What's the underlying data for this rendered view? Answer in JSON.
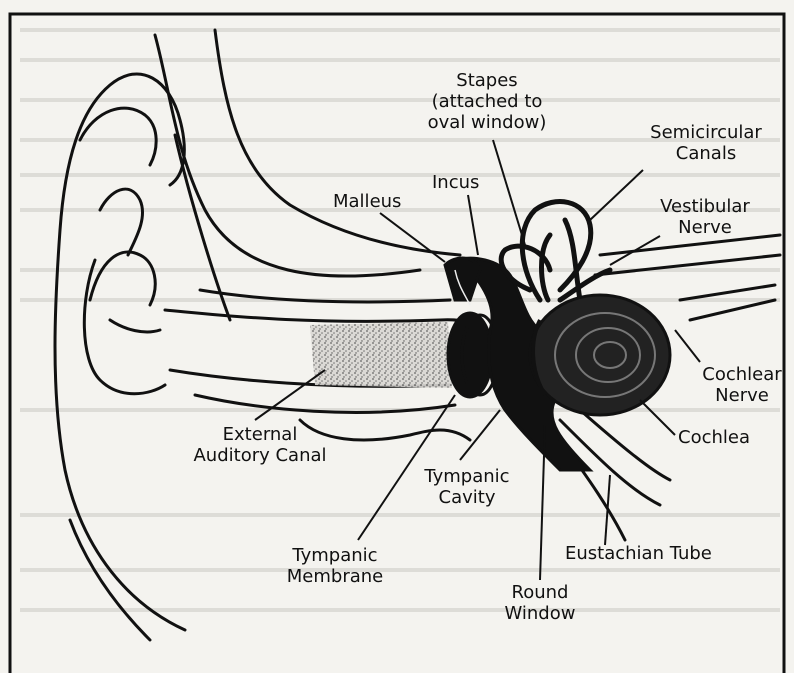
{
  "diagram": {
    "labels": {
      "stapes": [
        "Stapes",
        "(attached to",
        "oval window)"
      ],
      "semicircular_canals": [
        "Semicircular",
        "Canals"
      ],
      "incus": [
        "Incus"
      ],
      "malleus": [
        "Malleus"
      ],
      "vestibular_nerve": [
        "Vestibular",
        "Nerve"
      ],
      "cochlear_nerve": [
        "Cochlear",
        "Nerve"
      ],
      "cochlea": [
        "Cochlea"
      ],
      "external_auditory_canal": [
        "External",
        "Auditory Canal"
      ],
      "tympanic_cavity": [
        "Tympanic",
        "Cavity"
      ],
      "eustachian_tube": [
        "Eustachian Tube"
      ],
      "tympanic_membrane": [
        "Tympanic",
        "Membrane"
      ],
      "round_window": [
        "Round",
        "Window"
      ]
    }
  }
}
